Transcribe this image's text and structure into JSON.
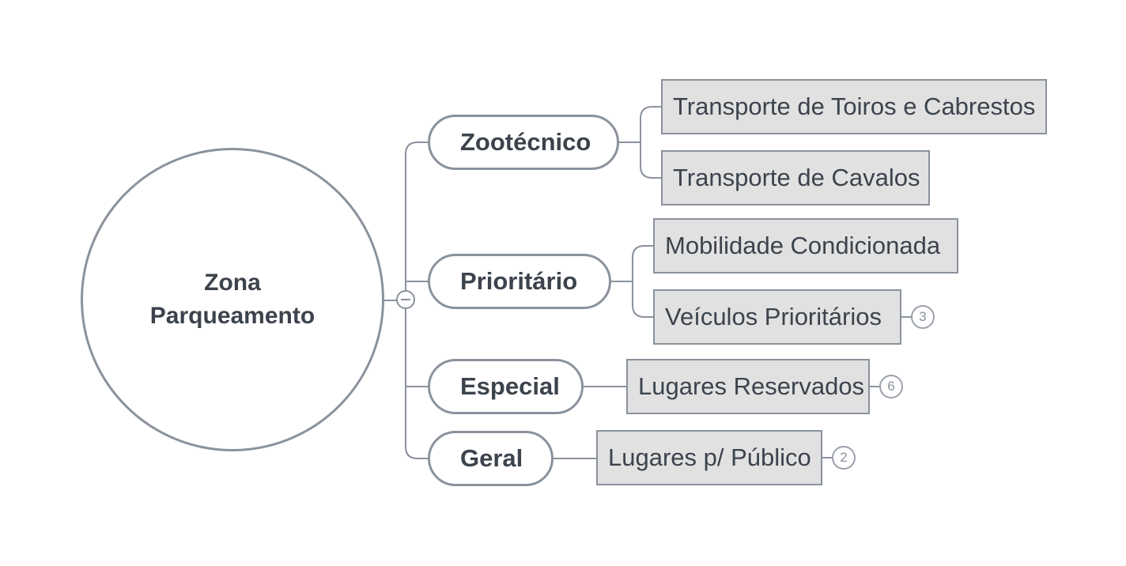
{
  "root": {
    "line1": "Zona",
    "line2": "Parqueamento"
  },
  "branches": [
    {
      "label": "Zootécnico",
      "children": [
        {
          "label": "Transporte de Toiros e Cabrestos"
        },
        {
          "label": "Transporte de Cavalos"
        }
      ]
    },
    {
      "label": "Prioritário",
      "children": [
        {
          "label": "Mobilidade Condicionada"
        },
        {
          "label": "Veículos Prioritários",
          "collapsed_count": "3"
        }
      ]
    },
    {
      "label": "Especial",
      "children": [
        {
          "label": "Lugares Reservados",
          "collapsed_count": "6"
        }
      ]
    },
    {
      "label": "Geral",
      "children": [
        {
          "label": "Lugares p/ Público",
          "collapsed_count": "2"
        }
      ]
    }
  ]
}
